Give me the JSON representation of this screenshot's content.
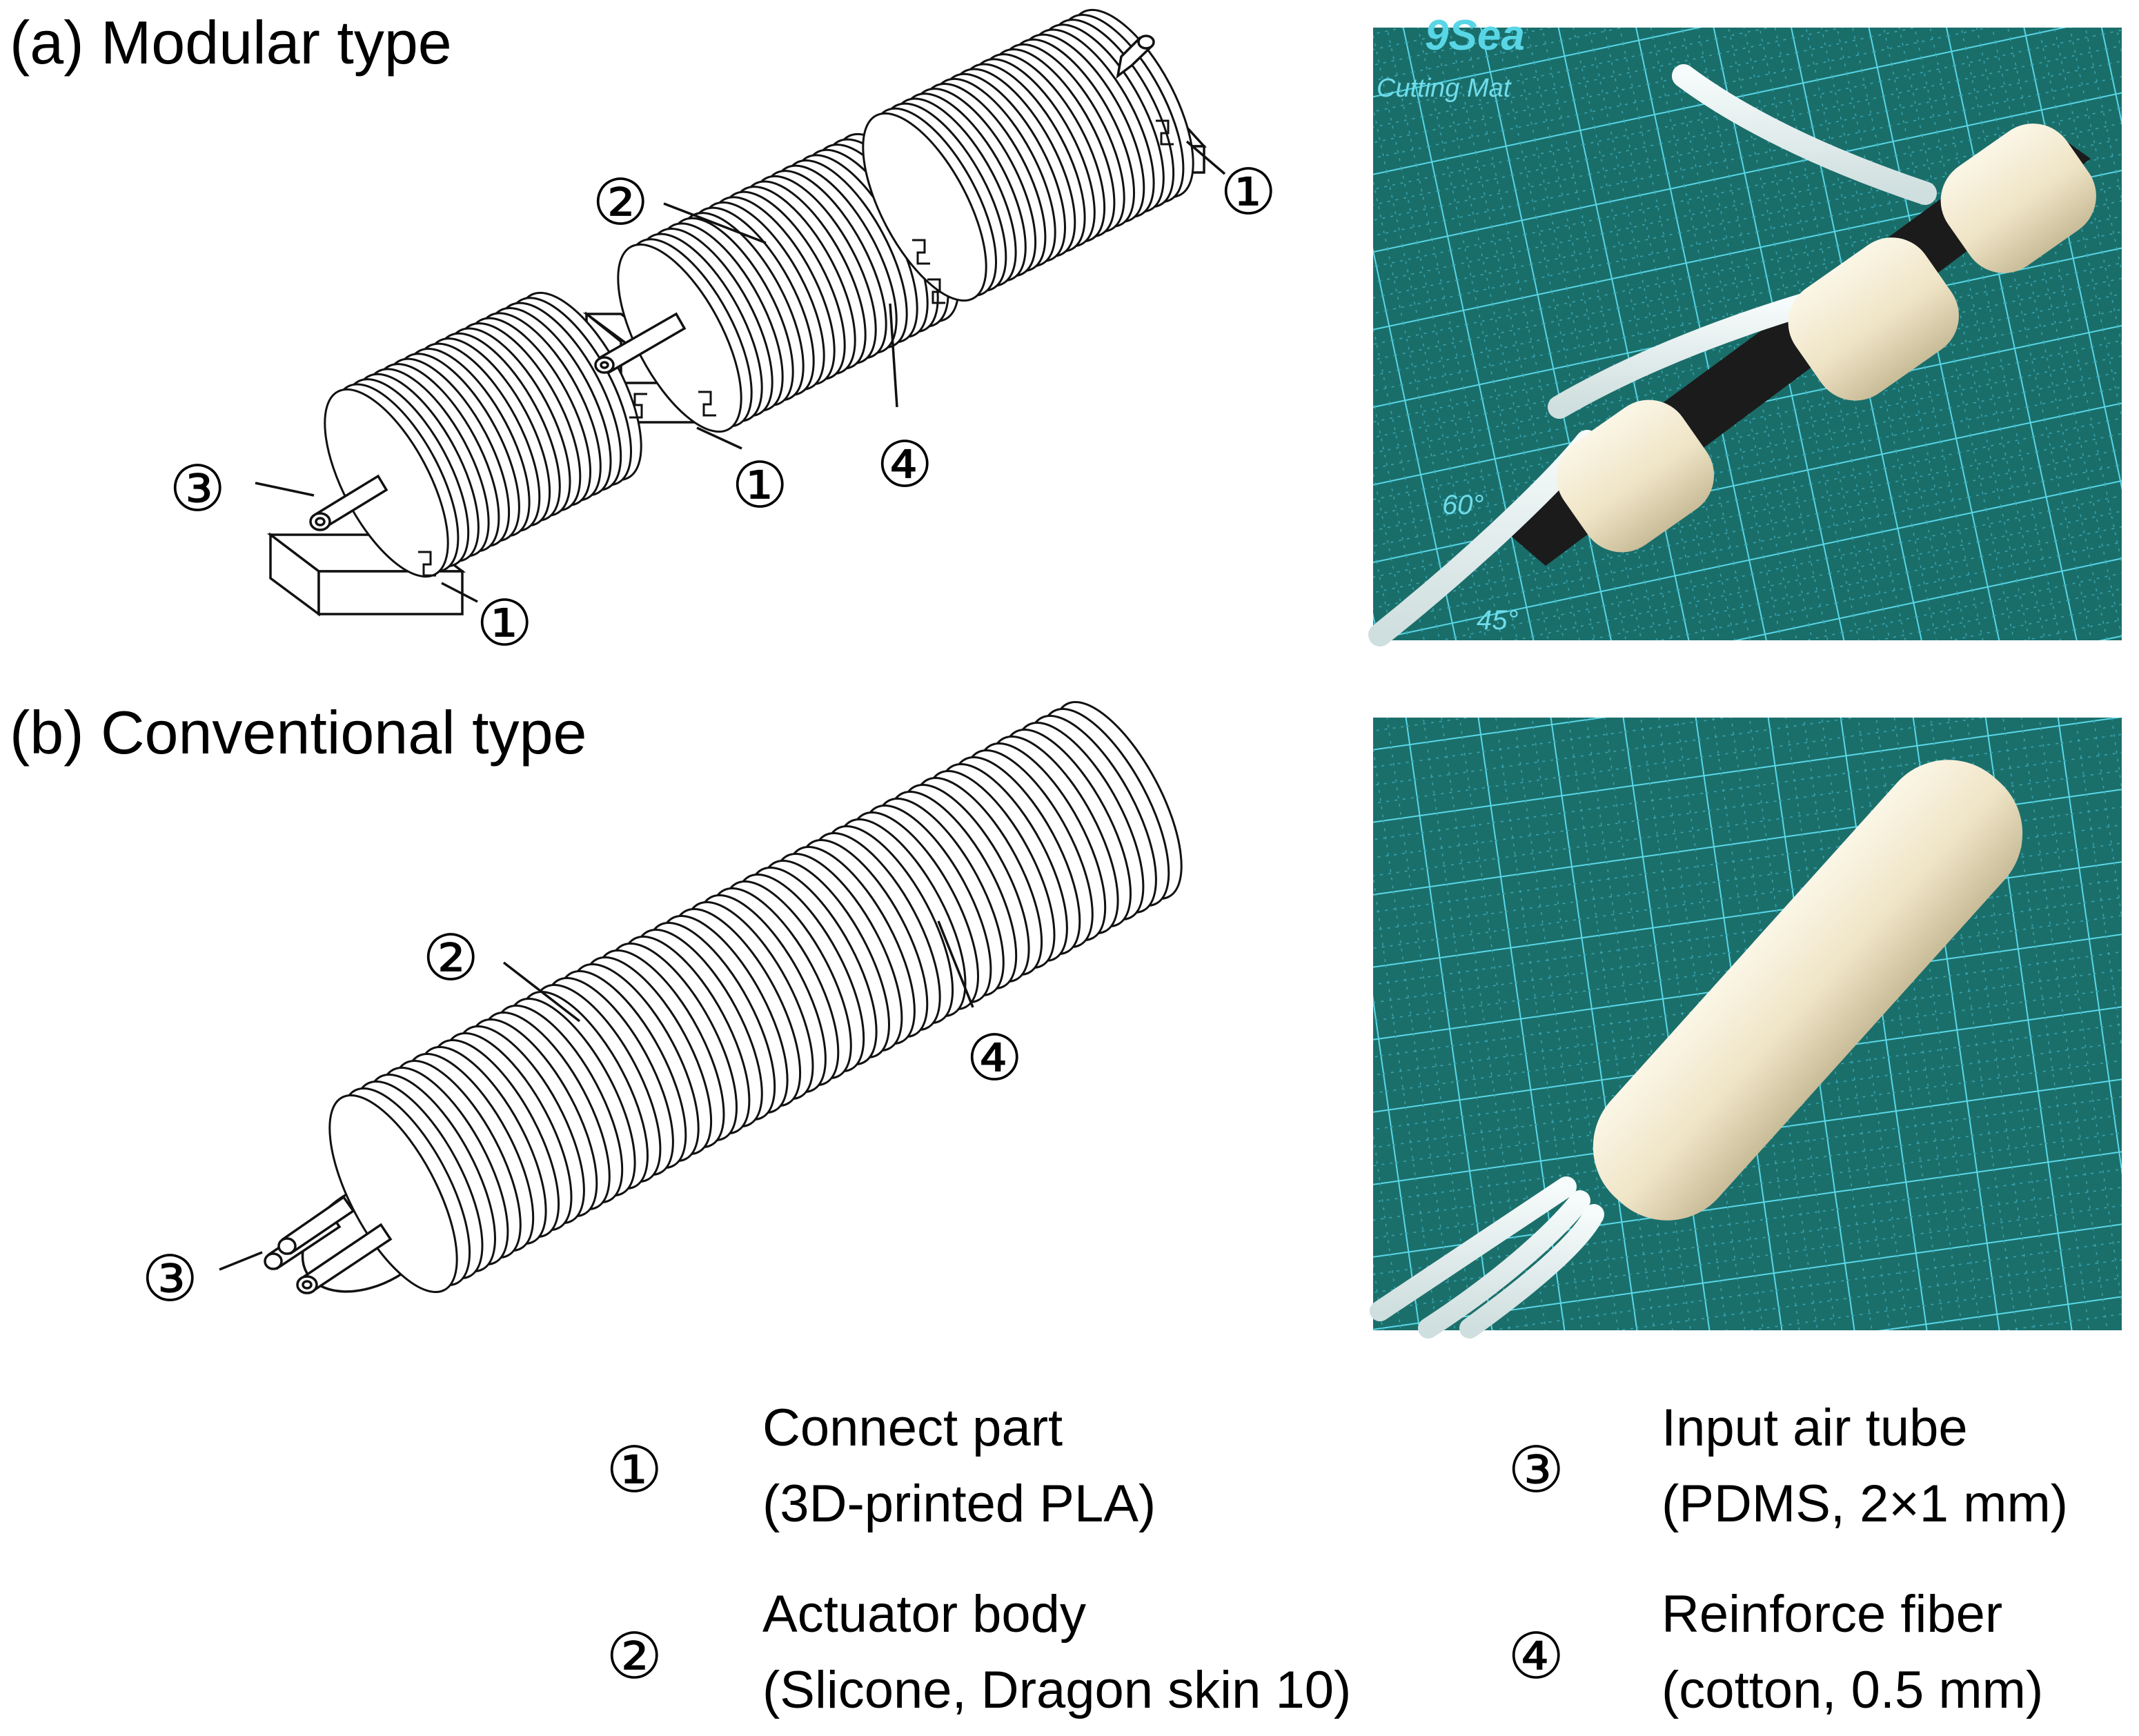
{
  "panels": {
    "a": {
      "title": "(a) Modular type"
    },
    "b": {
      "title": "(b) Conventional type"
    }
  },
  "photos": {
    "top": {
      "mat_brand": "9Sea",
      "mat_name": "Cutting Mat",
      "angle_60": "60°",
      "angle_45": "45°"
    }
  },
  "callouts": {
    "one": "①",
    "two": "②",
    "three": "③",
    "four": "④"
  },
  "legend": [
    {
      "marker": "①",
      "line1": "Connect part",
      "line2": "(3D-printed PLA)"
    },
    {
      "marker": "②",
      "line1": "Actuator body",
      "line2": "(Slicone, Dragon skin 10)"
    },
    {
      "marker": "③",
      "line1": "Input air tube",
      "line2": "(PDMS, 2×1 mm)"
    },
    {
      "marker": "④",
      "line1": "Reinforce fiber",
      "line2": "(cotton, 0.5 mm)"
    }
  ],
  "colors": {
    "mat": "#1a6e6a",
    "grid": "#58d6e6",
    "silicone": "#efe6cd",
    "pla": "#1b1b1b"
  }
}
